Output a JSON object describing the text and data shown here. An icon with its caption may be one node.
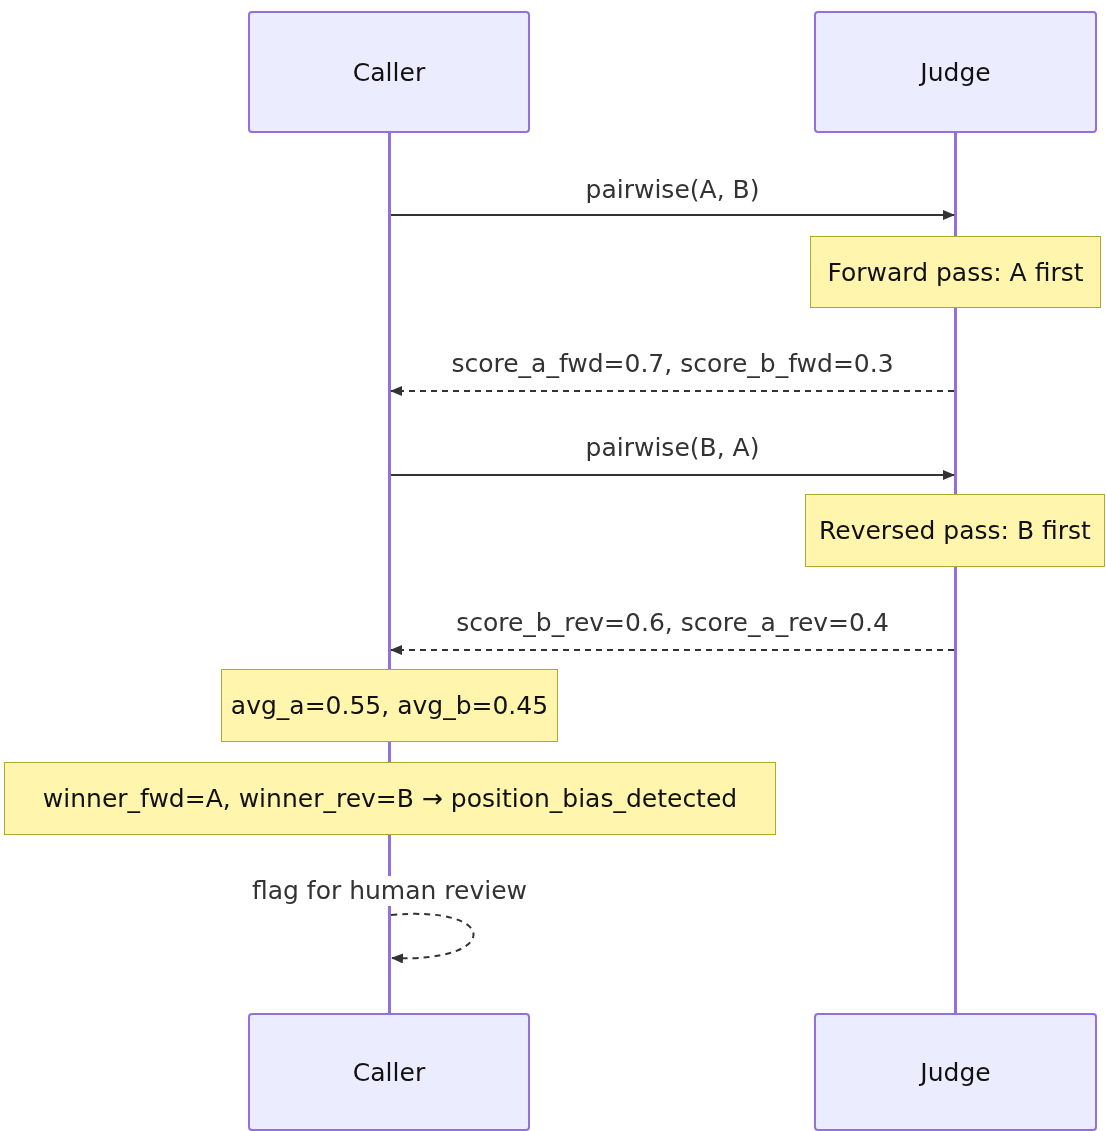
{
  "diagram": {
    "nodes": [
      {
        "text": [
          "Caller"
        ]
      },
      {
        "text": [
          "Judge"
        ]
      },
      {
        "text": [],
        "shape": "bar"
      },
      {
        "text": [],
        "shape": "bar"
      },
      {
        "text": [
          "Forward pass: A first"
        ]
      },
      {
        "text": [],
        "shape": "bar"
      },
      {
        "text": [
          "Reversed pass: B first"
        ]
      },
      {
        "text": [],
        "shape": "bar"
      },
      {
        "text": [
          "avg_a=0.55, avg_b=0.45"
        ]
      },
      {
        "text": [],
        "shape": "bar"
      },
      {
        "text": [
          "winner_fwd=A, winner_rev=B → position_bias_detected"
        ]
      },
      {
        "text": [],
        "shape": "bar"
      },
      {
        "text": [
          "Caller"
        ]
      },
      {
        "text": [
          "Judge"
        ]
      }
    ],
    "edges": [
      {
        "from": 2,
        "to": 3,
        "arrow": "to",
        "label": "pairwise(A, B)"
      },
      {
        "from": 5,
        "to": 2,
        "arrow": "to",
        "label": "score_a_fwd=0.7, score_b_fwd=0.3",
        "style": "dashed"
      },
      {
        "from": 2,
        "to": 5,
        "arrow": "to",
        "label": "pairwise(B, A)"
      },
      {
        "from": 7,
        "to": 2,
        "arrow": "to",
        "label": "score_b_rev=0.6, score_a_rev=0.4",
        "style": "dashed"
      },
      {
        "from": 11,
        "to": 11,
        "arrow": "to",
        "label": "flag for human review",
        "style": "dashed"
      }
    ]
  }
}
